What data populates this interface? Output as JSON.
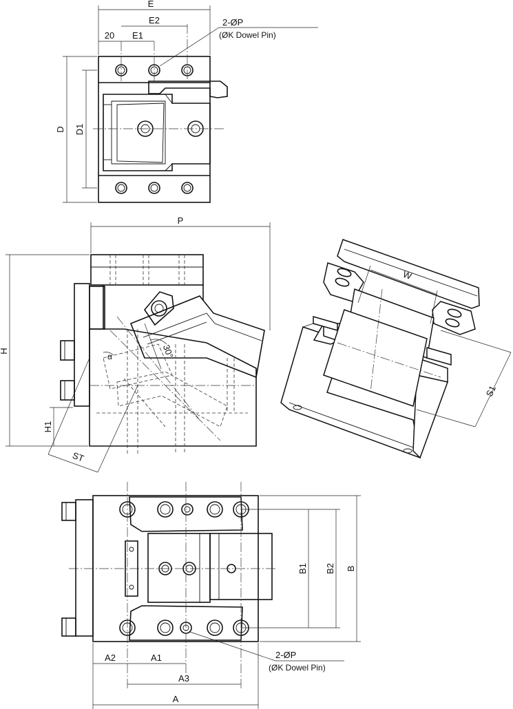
{
  "top_view": {
    "labels": {
      "E": "E",
      "E2": "E2",
      "E1": "E1",
      "w20": "20",
      "D": "D",
      "D1": "D1"
    },
    "note": {
      "line1": "2-ØP",
      "line2": "(ØK Dowel Pin)"
    }
  },
  "side_view": {
    "labels": {
      "P": "P",
      "H": "H",
      "H1": "H1",
      "ST": "ST",
      "angle": "30°",
      "angle_small": "α"
    }
  },
  "iso_view": {
    "labels": {
      "W": "W",
      "S1": "S1"
    }
  },
  "bottom_view": {
    "labels": {
      "A": "A",
      "A1": "A1",
      "A2": "A2",
      "A3": "A3",
      "B": "B",
      "B1": "B1",
      "B2": "B2"
    },
    "note": {
      "line1": "2-ØP",
      "line2": "(ØK Dowel Pin)"
    }
  }
}
